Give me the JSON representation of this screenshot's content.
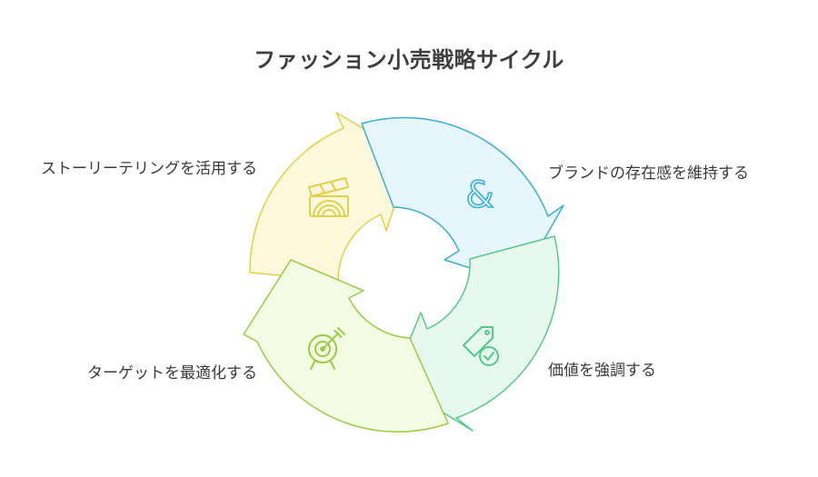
{
  "title": "ファッション小売戦略サイクル",
  "steps": [
    {
      "label": "ブランドの存在感を維持する",
      "icon": "ampersand-icon",
      "color": "#3aaed8",
      "fill": "#e6f6fc"
    },
    {
      "label": "価値を強調する",
      "icon": "price-tag-check-icon",
      "color": "#55c98a",
      "fill": "#e7f9ef"
    },
    {
      "label": "ターゲットを最適化する",
      "icon": "target-arrow-icon",
      "color": "#9ccb45",
      "fill": "#f3fbe3"
    },
    {
      "label": "ストーリーテリングを活用する",
      "icon": "clapperboard-icon",
      "color": "#e2cf4a",
      "fill": "#fdf8dc"
    }
  ]
}
